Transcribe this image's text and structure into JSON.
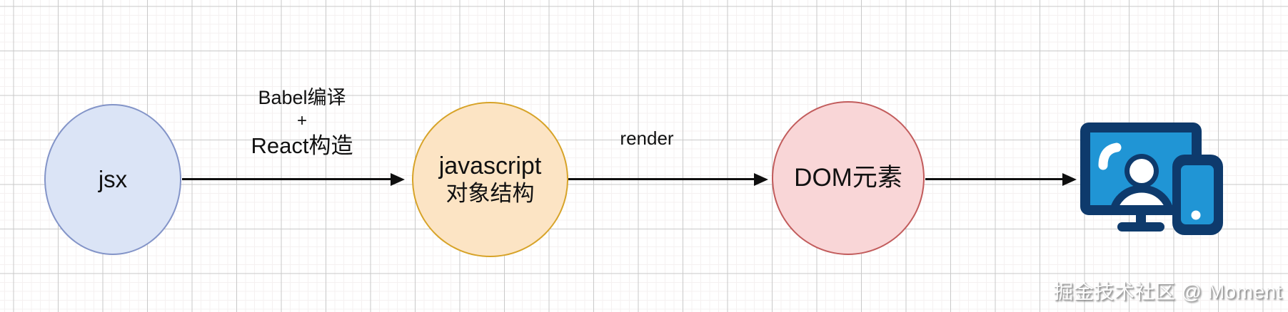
{
  "diagram": {
    "nodes": [
      {
        "id": "jsx",
        "label": "jsx"
      },
      {
        "id": "javascript-object",
        "lines": [
          "javascript",
          "对象结构"
        ]
      },
      {
        "id": "dom-element",
        "label": "DOM元素"
      }
    ],
    "edges": [
      {
        "from": "jsx",
        "to": "javascript-object",
        "label_lines": [
          "Babel编译",
          "+",
          "React构造"
        ]
      },
      {
        "from": "javascript-object",
        "to": "dom-element",
        "label": "render"
      },
      {
        "from": "dom-element",
        "to": "devices-icon",
        "label": ""
      }
    ],
    "icon": {
      "name": "devices-user-icon"
    }
  },
  "watermark": {
    "text": "掘金技术社区 @ Moment"
  },
  "colors": {
    "canvas_bg": "#ffffff",
    "grid_minor": "#f5f1f1",
    "grid_major": "#c9c9c9",
    "text": "#111111",
    "arrow": "#0f0f0f",
    "node1_fill": "#dbe4f6",
    "node1_border": "#8394c8",
    "node2_fill": "#fce4c4",
    "node2_border": "#d7a328",
    "node3_fill": "#f9d6d7",
    "node3_border": "#c25c5c",
    "icon_navy": "#0e3a6c",
    "icon_blue": "#2095d5",
    "watermark_shadow": "#8a8a8a"
  }
}
